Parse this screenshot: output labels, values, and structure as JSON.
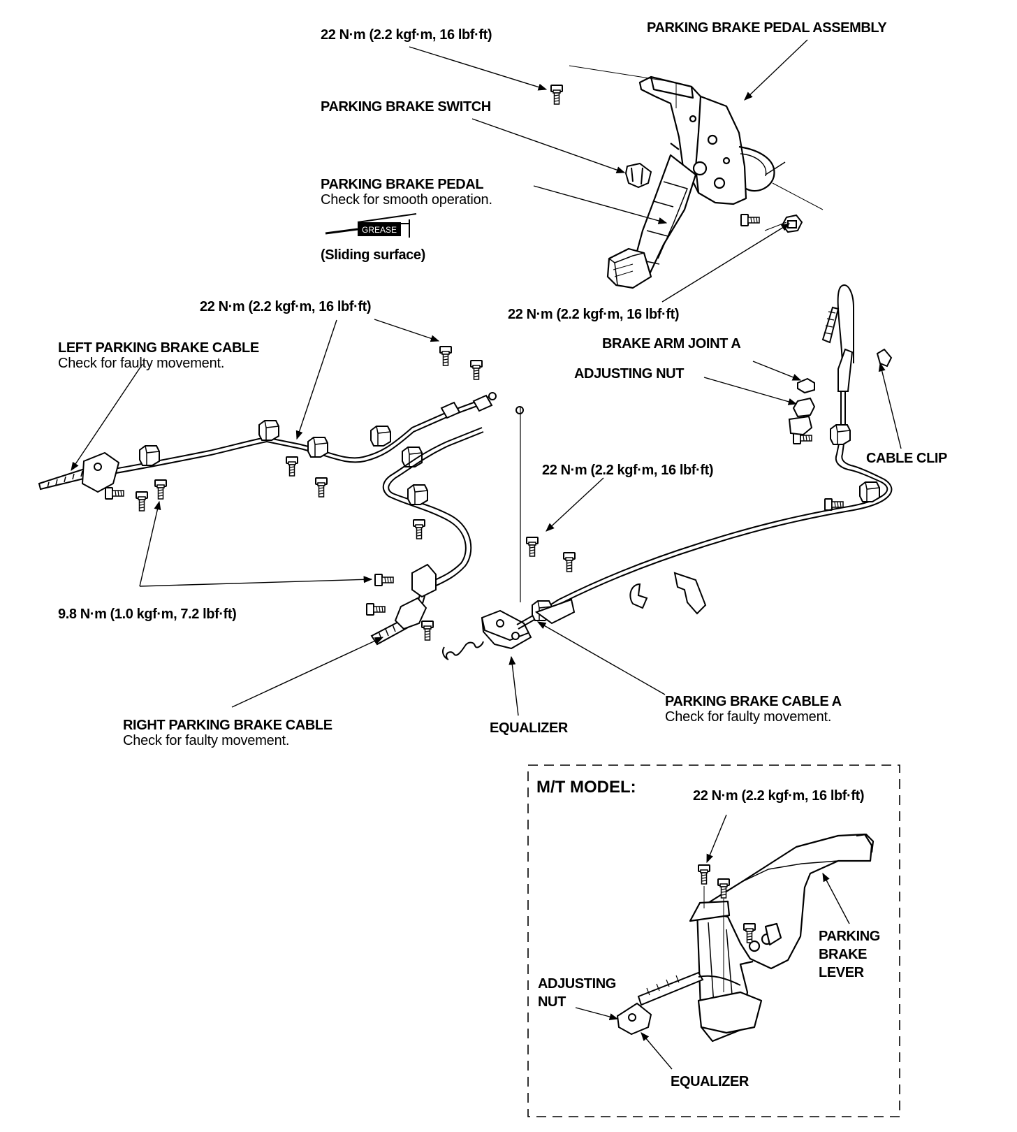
{
  "labels": {
    "torque_pedal_top": "22 N·m (2.2 kgf·m, 16 lbf·ft)",
    "pedal_assembly": "PARKING BRAKE PEDAL ASSEMBLY",
    "brake_switch": "PARKING BRAKE SWITCH",
    "brake_pedal": "PARKING BRAKE PEDAL",
    "brake_pedal_note": "Check for smooth operation.",
    "grease_tag": "GREASE",
    "sliding_surface": "(Sliding surface)",
    "torque_cable_clamp": "22 N·m (2.2 kgf·m, 16 lbf·ft)",
    "torque_pedal_bottom": "22 N·m (2.2 kgf·m, 16 lbf·ft)",
    "left_cable": "LEFT PARKING BRAKE CABLE",
    "left_cable_note": "Check for faulty movement.",
    "arm_joint": "BRAKE ARM JOINT A",
    "adjusting_nut": "ADJUSTING NUT",
    "cable_clip": "CABLE CLIP",
    "torque_cable_a": "22 N·m (2.2 kgf·m, 16 lbf·ft)",
    "torque_small": "9.8 N·m (1.0 kgf·m, 7.2 lbf·ft)",
    "right_cable": "RIGHT PARKING BRAKE CABLE",
    "right_cable_note": "Check for faulty movement.",
    "equalizer": "EQUALIZER",
    "cable_a": "PARKING BRAKE CABLE A",
    "cable_a_note": "Check for faulty movement."
  },
  "mt_model": {
    "title": "M/T MODEL:",
    "torque": "22 N·m (2.2 kgf·m, 16 lbf·ft)",
    "lever_line1": "PARKING",
    "lever_line2": "BRAKE",
    "lever_line3": "LEVER",
    "adjusting_line1": "ADJUSTING",
    "adjusting_line2": "NUT",
    "equalizer": "EQUALIZER"
  }
}
